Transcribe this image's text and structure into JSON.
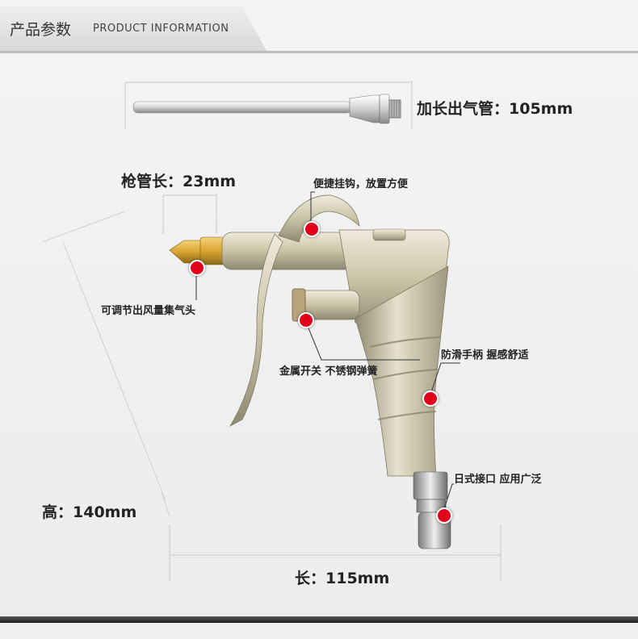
{
  "header": {
    "title_cn": "产品参数",
    "title_en": "PRODUCT INFORMATION"
  },
  "dimensions": {
    "extension_tube": "加长出气管：105mm",
    "barrel_length": "枪管长：23mm",
    "height": "高：140mm",
    "length": "长：115mm"
  },
  "callouts": {
    "hook": "便捷挂钩，放置方便",
    "nozzle": "可调节出风量集气头",
    "switch": "金属开关  不锈钢弹簧",
    "grip": "防滑手柄  握感舒适",
    "connector": "日式接口  应用广泛"
  },
  "colors": {
    "accent": "#e3001b",
    "metal": "#c8c3a8",
    "brass": "#d9a531"
  }
}
